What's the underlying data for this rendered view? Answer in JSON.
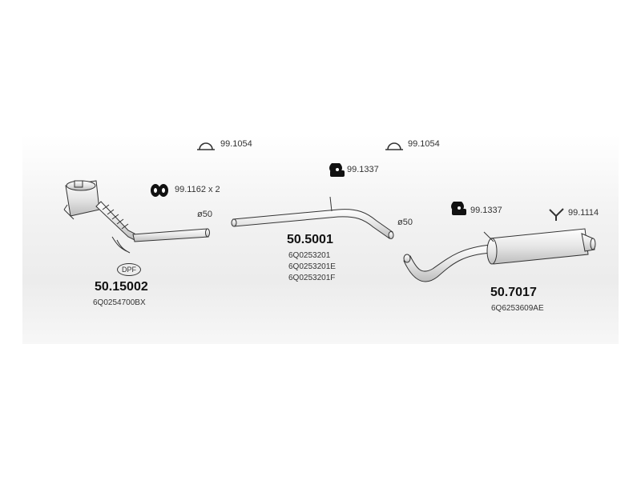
{
  "hardware": {
    "clamp_1": "99.1054",
    "clamp_2": "99.1054",
    "rubber_mount_pair": "99.1162 x 2",
    "hanger_1": "99.1337",
    "hanger_2": "99.1337",
    "bracket": "99.1114"
  },
  "parts": [
    {
      "part_no": "50.15002",
      "oem": [
        "6Q0254700BX"
      ],
      "badge": "DPF"
    },
    {
      "part_no": "50.5001",
      "oem": [
        "6Q0253201",
        "6Q0253201E",
        "6Q0253201F"
      ]
    },
    {
      "part_no": "50.7017",
      "oem": [
        "6Q6253609AE"
      ]
    }
  ],
  "diameters": {
    "front_pipe": "ø50",
    "middle_pipe": "ø50"
  },
  "colors": {
    "line": "#333333",
    "band": "#eeeeee"
  }
}
